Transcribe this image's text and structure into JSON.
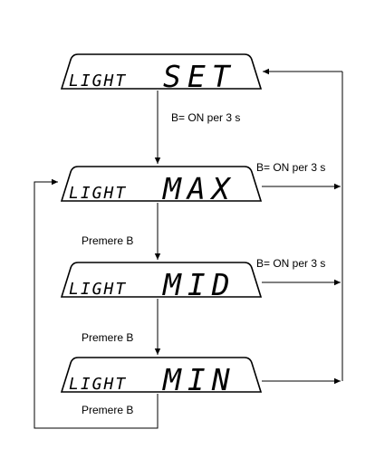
{
  "displays": [
    {
      "small": "LIGHT",
      "big": "SET"
    },
    {
      "small": "LIGHT",
      "big": "MAX"
    },
    {
      "small": "LIGHT",
      "big": "MID"
    },
    {
      "small": "LIGHT",
      "big": "MIN"
    }
  ],
  "labels": {
    "hold_set_to_max": "B= ON per 3 s",
    "hold_from_max": "B= ON per 3 s",
    "hold_from_mid": "B= ON per 3 s",
    "press_max_to_mid": "Premere B",
    "press_mid_to_min": "Premere B",
    "press_min_to_max": "Premere B"
  }
}
